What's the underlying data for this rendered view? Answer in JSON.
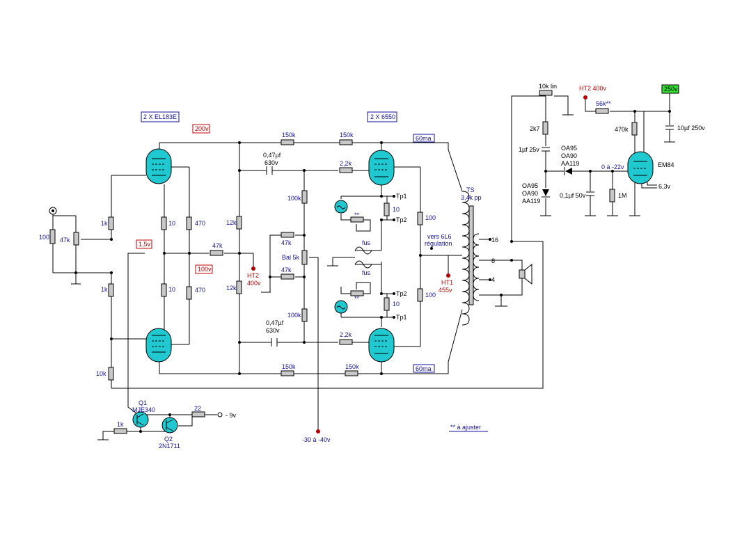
{
  "tubes_power_label": "2 X EL183E",
  "tubes_output_label": "2 X 6550",
  "v200": "200v",
  "v1_5": "1,5v",
  "v100": "100v",
  "r150k": "150k",
  "c047": "0,47µf",
  "c630": "630v",
  "r22k": "2,2k",
  "ma60": "60ma",
  "ts_label": "TS",
  "ts_imp": "3,4k pp",
  "r100k": "100k",
  "r47k": "47k",
  "bal": "Bal 5k",
  "r12k": "12k",
  "ht2": "HT2",
  "v400": "400v",
  "r1k": "1k",
  "r10": "10",
  "r470": "470",
  "r100": "100",
  "r10k": "10k",
  "tp1": "Tp1",
  "tp2": "Tp2",
  "fus": "fus",
  "asterisk": "**",
  "vers6l6": "vers 6L6",
  "regulation": "régulation",
  "tap16": "16",
  "tap8": "8",
  "tap4": "4",
  "ht1": "HT1",
  "v455": "455v",
  "q1": "Q1",
  "q1type": "MJE340",
  "q2": "Q2",
  "q2type": "2N1711",
  "r22": "22",
  "v9": "- 9v",
  "neg_bias": "-30 à -40v",
  "note": "** à ajuster",
  "pot10k": "10k lin",
  "ht2_400": "HT2 400v",
  "v250": "250v",
  "r56k": "56k**",
  "r2k7": "2k7",
  "c1uf": "1µf 25v",
  "oa95": "OA95",
  "oa90": "OA90",
  "aa119": "AA119",
  "range": "0 à -22v",
  "c01": "0,1µf 50v",
  "r1m": "1M",
  "r470k": "470k",
  "c10uf": "10µf 250v",
  "em84": "EM84",
  "v63": "6,3v",
  "r47kpot": "47k"
}
